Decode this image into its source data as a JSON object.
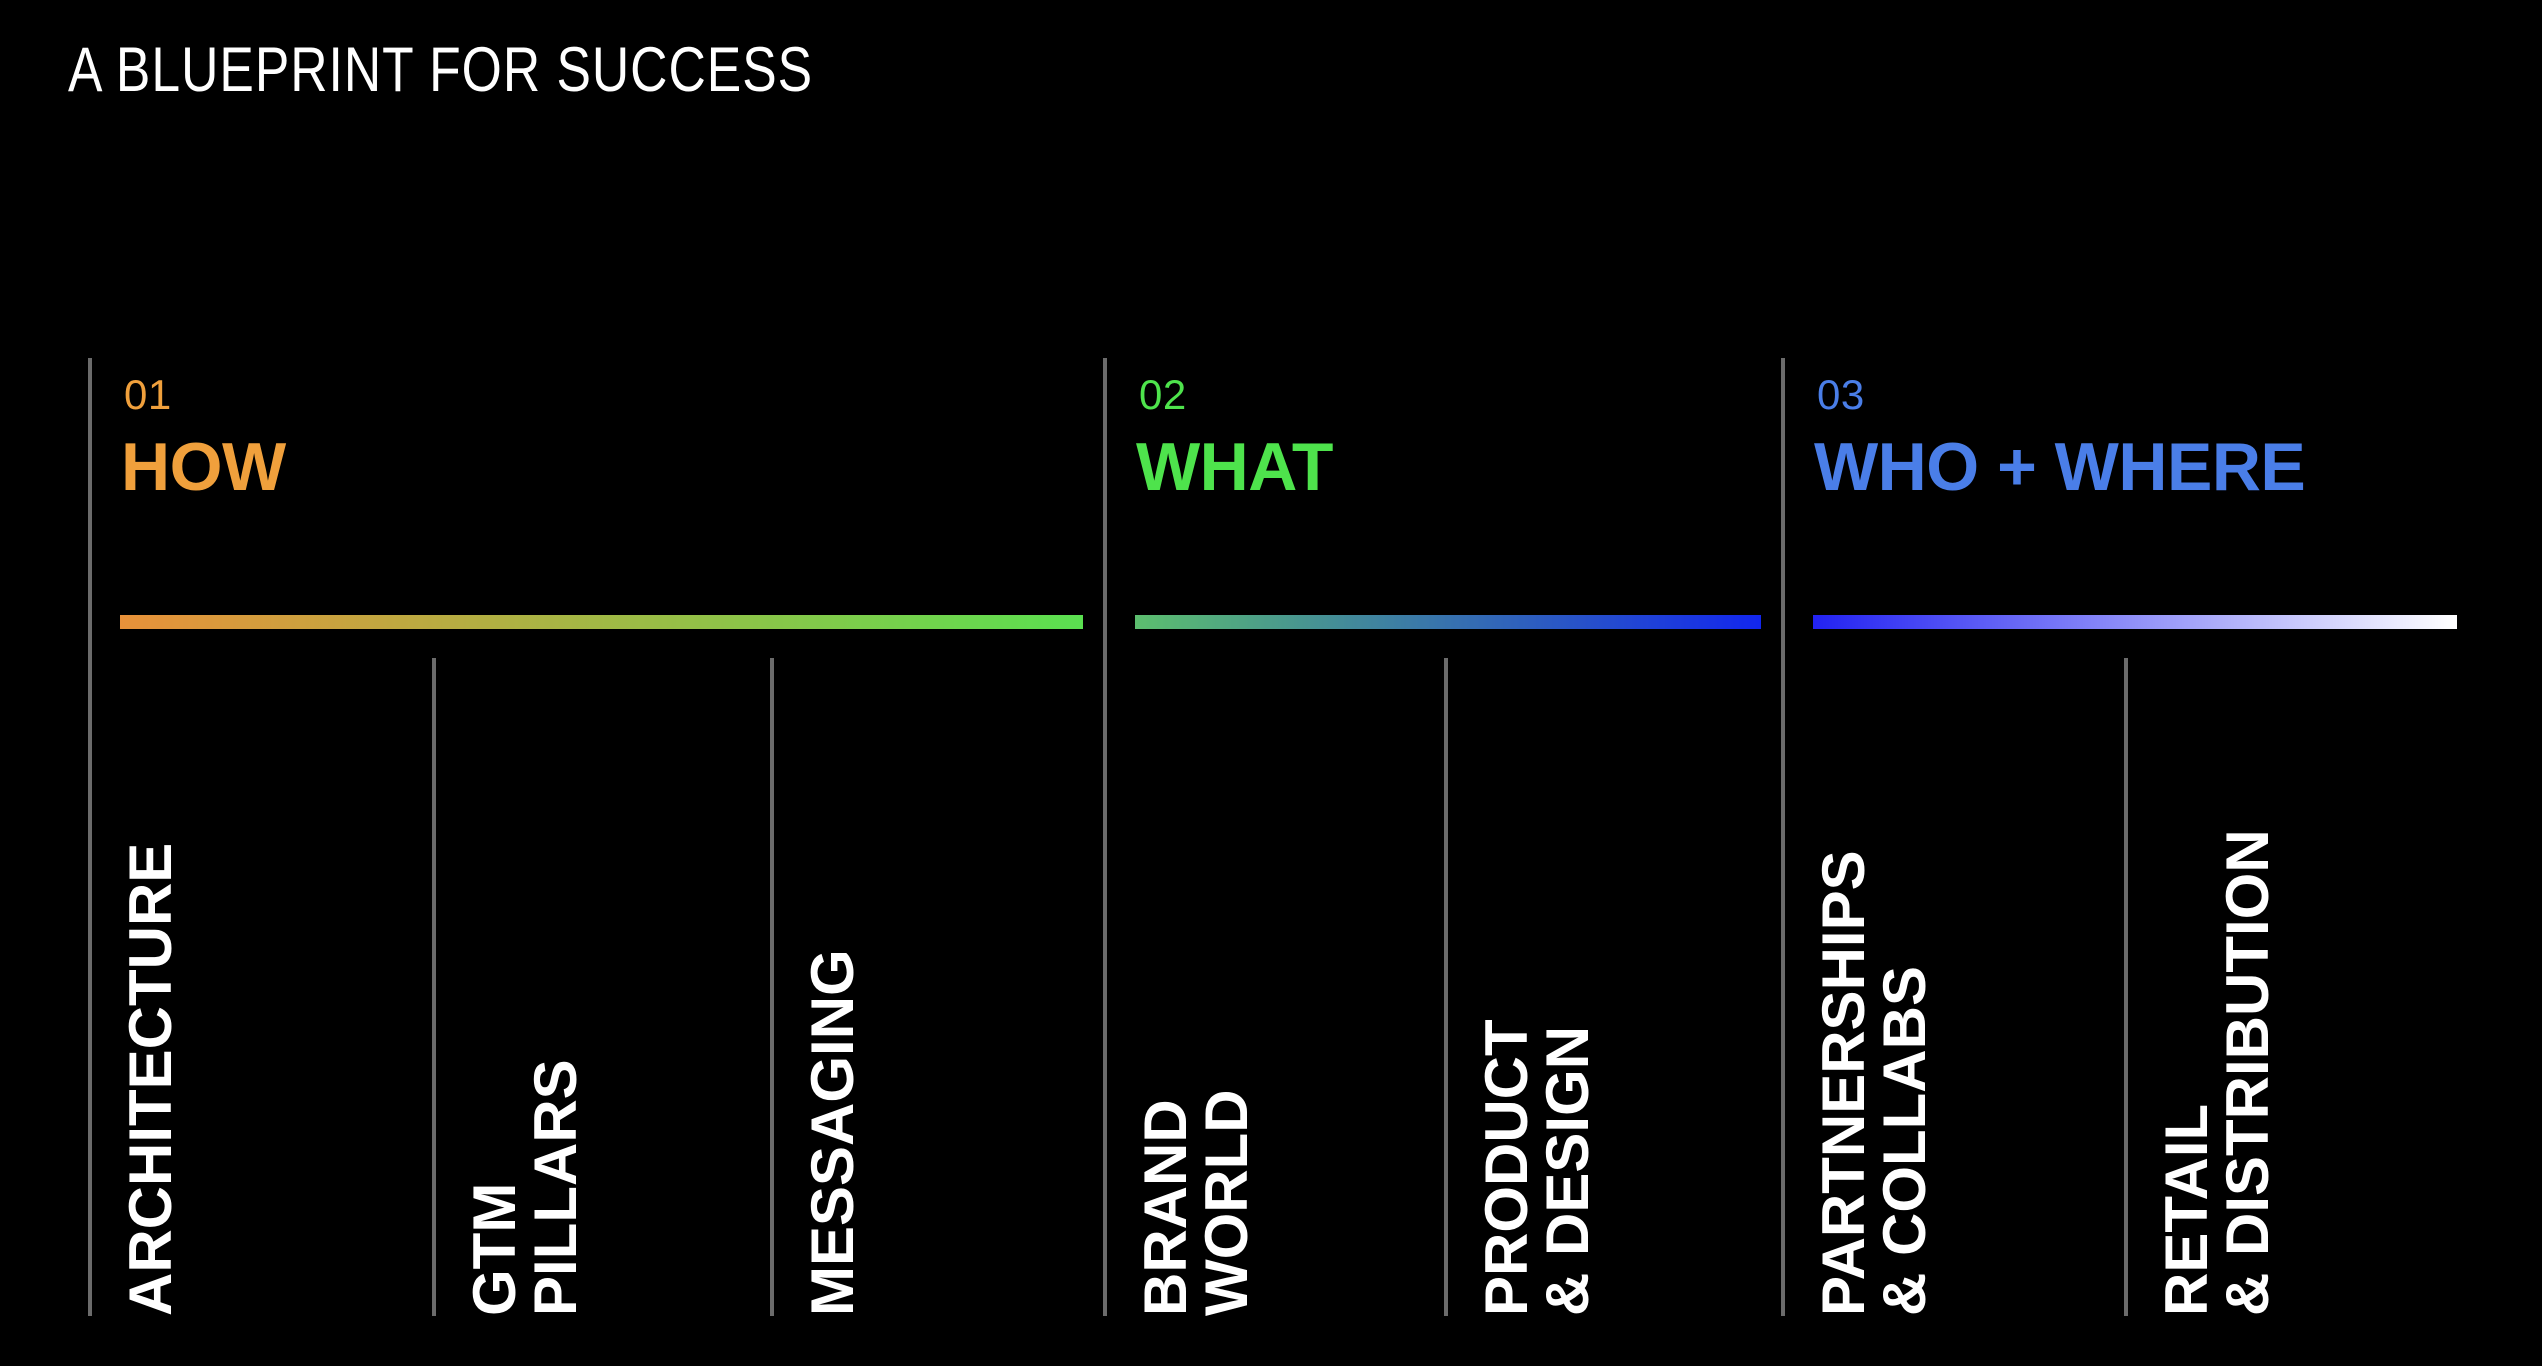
{
  "slide": {
    "title": "A BLUEPRINT FOR SUCCESS",
    "background_color": "#000000",
    "rule_color": "#6b6b6b",
    "label_color": "#FFFFFF"
  },
  "sections": [
    {
      "number": "01",
      "heading": "HOW",
      "accent_color": "#F0A03C",
      "bar_from": "#E8913A",
      "bar_to": "#5AE050",
      "items": [
        {
          "label": "ARCHITECTURE"
        },
        {
          "label": "GTM\nPILLARS"
        },
        {
          "label": "MESSAGING"
        }
      ]
    },
    {
      "number": "02",
      "heading": "WHAT",
      "accent_color": "#4EE34C",
      "bar_from": "#5CBE6E",
      "bar_to": "#1226EE",
      "items": [
        {
          "label": "BRAND\nWORLD"
        },
        {
          "label": "PRODUCT\n& DESIGN"
        }
      ]
    },
    {
      "number": "03",
      "heading": "WHO + WHERE",
      "accent_color": "#4A7EE8",
      "bar_from": "#2222F2",
      "bar_to": "#FFFFFF",
      "items": [
        {
          "label": "PARTNERSHIPS\n& COLLABS"
        },
        {
          "label": "RETAIL\n& DISTRIBUTION"
        }
      ]
    }
  ]
}
